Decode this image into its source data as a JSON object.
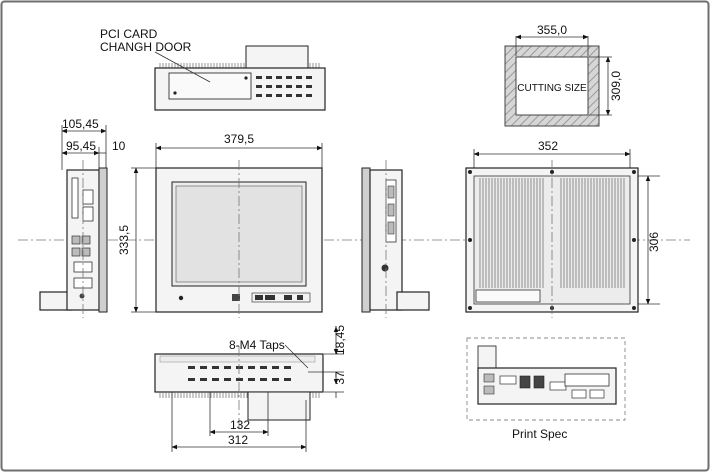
{
  "frame": {
    "border_color": "#6e6e6e",
    "background": "#ffffff"
  },
  "top_view": {
    "callout_line1": "PCI CARD",
    "callout_line2": "CHANGH DOOR"
  },
  "cutout": {
    "width_label": "355,0",
    "height_label": "309,0",
    "text": "CUTTING SIZE",
    "hatch_color": "#b9b9b9"
  },
  "side_view_left": {
    "depth_total": "105,45",
    "depth_body": "95,45",
    "bezel": "10"
  },
  "front_view": {
    "width_label": "379,5",
    "height_label": "333,5"
  },
  "rear_view": {
    "width_label": "352",
    "height_label": "306"
  },
  "bottom_view": {
    "taps_label": "8-M4 Taps",
    "height_a": "18,45",
    "height_b": "37",
    "width_inner": "132",
    "width_outer": "312"
  },
  "print_spec": {
    "caption": "Print Spec"
  }
}
